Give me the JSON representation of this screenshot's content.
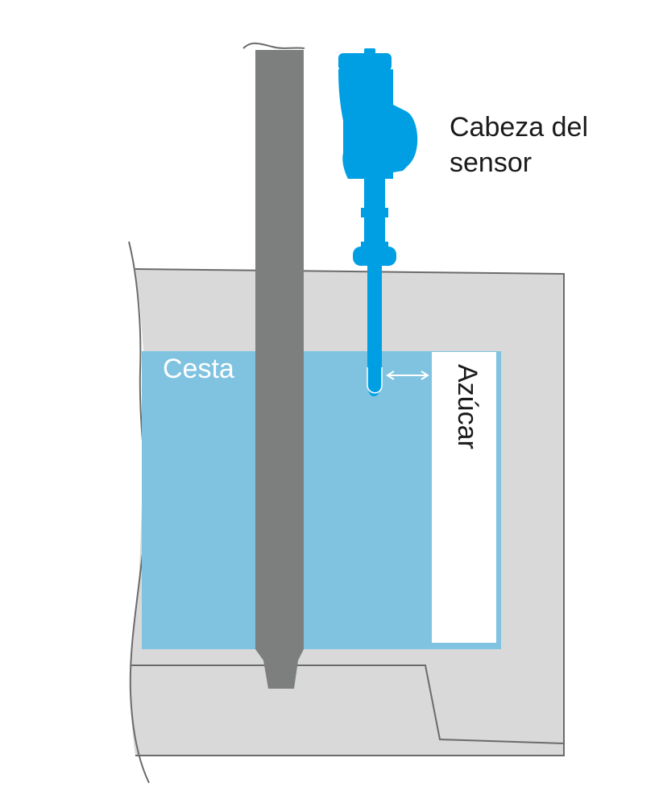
{
  "labels": {
    "sensor_head_line1": "Cabeza del",
    "sensor_head_line2": "sensor",
    "basket": "Cesta",
    "sugar": "Azúcar"
  },
  "colors": {
    "vessel_fill": "#d9d9d9",
    "vessel_outline": "#6b6b6b",
    "basket_fill": "#80c3e0",
    "shaft_fill": "#7d7e7e",
    "sensor_blue": "#009fe3",
    "sugar_fill": "#ffffff",
    "label_dark": "#1a1a1a",
    "label_light": "#ffffff"
  }
}
